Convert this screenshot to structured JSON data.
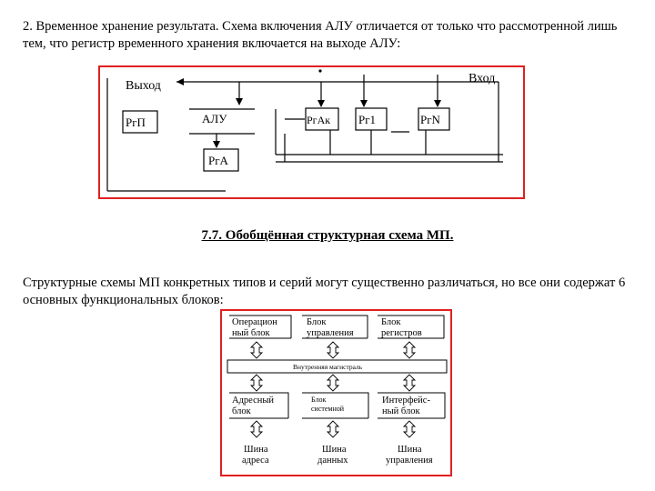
{
  "section_intro": "2. Временное хранение результата. Схема включения АЛУ отличается от только что рассмотренной лишь тем, что регистр временного хранения включается на выходе АЛУ:",
  "diagram1": {
    "output_label": "Выход",
    "input_label": "Вход",
    "reg_pg_label": "РгП",
    "alu_label": "АЛУ",
    "reg_ak_label": "РгАк",
    "reg_1_label": "Рг1",
    "reg_n_label": "РгN",
    "reg_a_label": "РгА"
  },
  "heading": "7.7. Обобщённая структурная схема МП.",
  "section_text": "Структурные схемы МП конкретных типов и серий могут существенно различаться, но все они содержат 6 основных функциональных блоков:",
  "diagram2": {
    "op_block_line1": "Операцион",
    "op_block_line2": "ный блок",
    "ctrl_block_line1": "Блок",
    "ctrl_block_line2": "управления",
    "reg_block_line1": "Блок",
    "reg_block_line2": "регистров",
    "internal_bus": "Внутренняя магистраль",
    "addr_block_line1": "Адресный",
    "addr_block_line2": "блок",
    "sys_block_line1": "Блок",
    "sys_block_line2": "системной",
    "if_block_line1": "Интерфейс-",
    "if_block_line2": "ный блок",
    "bus_addr_line1": "Шина",
    "bus_addr_line2": "адреса",
    "bus_data_line1": "Шина",
    "bus_data_line2": "данных",
    "bus_ctrl_line1": "Шина",
    "bus_ctrl_line2": "управления"
  },
  "colors": {
    "frame_red": "#e02020",
    "text": "#000000"
  }
}
